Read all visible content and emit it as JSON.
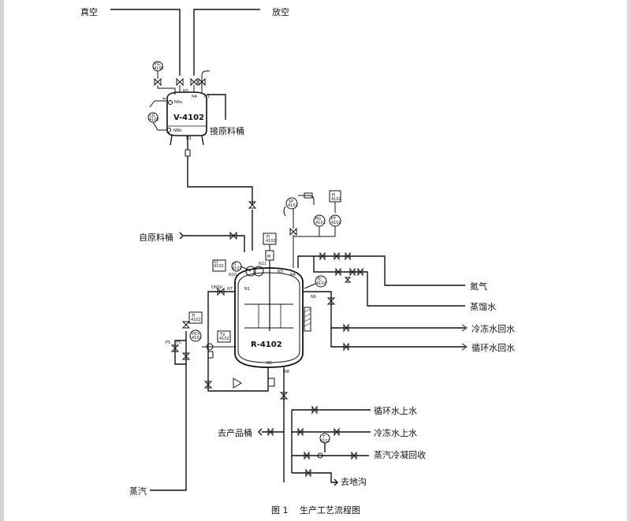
{
  "labels": {
    "vacuum": "真空",
    "vent": "放空",
    "to_raw_drum": "接原料桶",
    "from_raw_drum": "自原料桶",
    "nitrogen": "氮气",
    "distilled_water": "蒸馏水",
    "chilled_return": "冷冻水回水",
    "circ_return": "循环水回水",
    "circ_supply": "循环水上水",
    "chilled_supply": "冷冻水上水",
    "condensate": "蒸汽冷凝回收",
    "to_drain": "去地沟",
    "to_product": "去产品桶",
    "steam": "蒸汽"
  },
  "vessels": {
    "receiver": "V-4102",
    "reactor": "R-4102"
  },
  "nozzles": {
    "n5": "N5",
    "n4": "N4",
    "n1": "N1",
    "n6a": "N6a",
    "n6b": "N6b",
    "n1b": "N1",
    "rn3": "N3",
    "rn4": "N4",
    "rn11": "N11",
    "rn10": "N10",
    "rn7": "N7",
    "rn1": "N1",
    "rn6": "N6",
    "rn8": "N8",
    "rn5": "N5",
    "dn50": "DN50"
  },
  "instruments": {
    "pg_v": [
      "PG",
      "4102"
    ],
    "lg_v": [
      "LG",
      "4102"
    ],
    "sp": [
      "SP",
      "4102"
    ],
    "ti_top": [
      "TI",
      "4102"
    ],
    "pg_r": [
      "PG",
      "4102"
    ],
    "pt_r": [
      "PT",
      "4102"
    ],
    "fi_top": [
      "FI",
      "4102"
    ],
    "m_mark": "M",
    "tic_l": [
      "TI",
      "4102"
    ],
    "li_l": [
      "LI",
      "4102"
    ],
    "tc_r": [
      "TC",
      "4102"
    ],
    "hv_a": [
      "HV",
      "4102"
    ],
    "hcv": [
      "HCV",
      "4102"
    ],
    "tv": [
      "TV",
      "4102"
    ],
    "t_bot": [
      "T",
      "4102"
    ],
    "ps": "PS",
    "fc": "FC"
  },
  "caption": "图 1　 生产工艺流程图"
}
